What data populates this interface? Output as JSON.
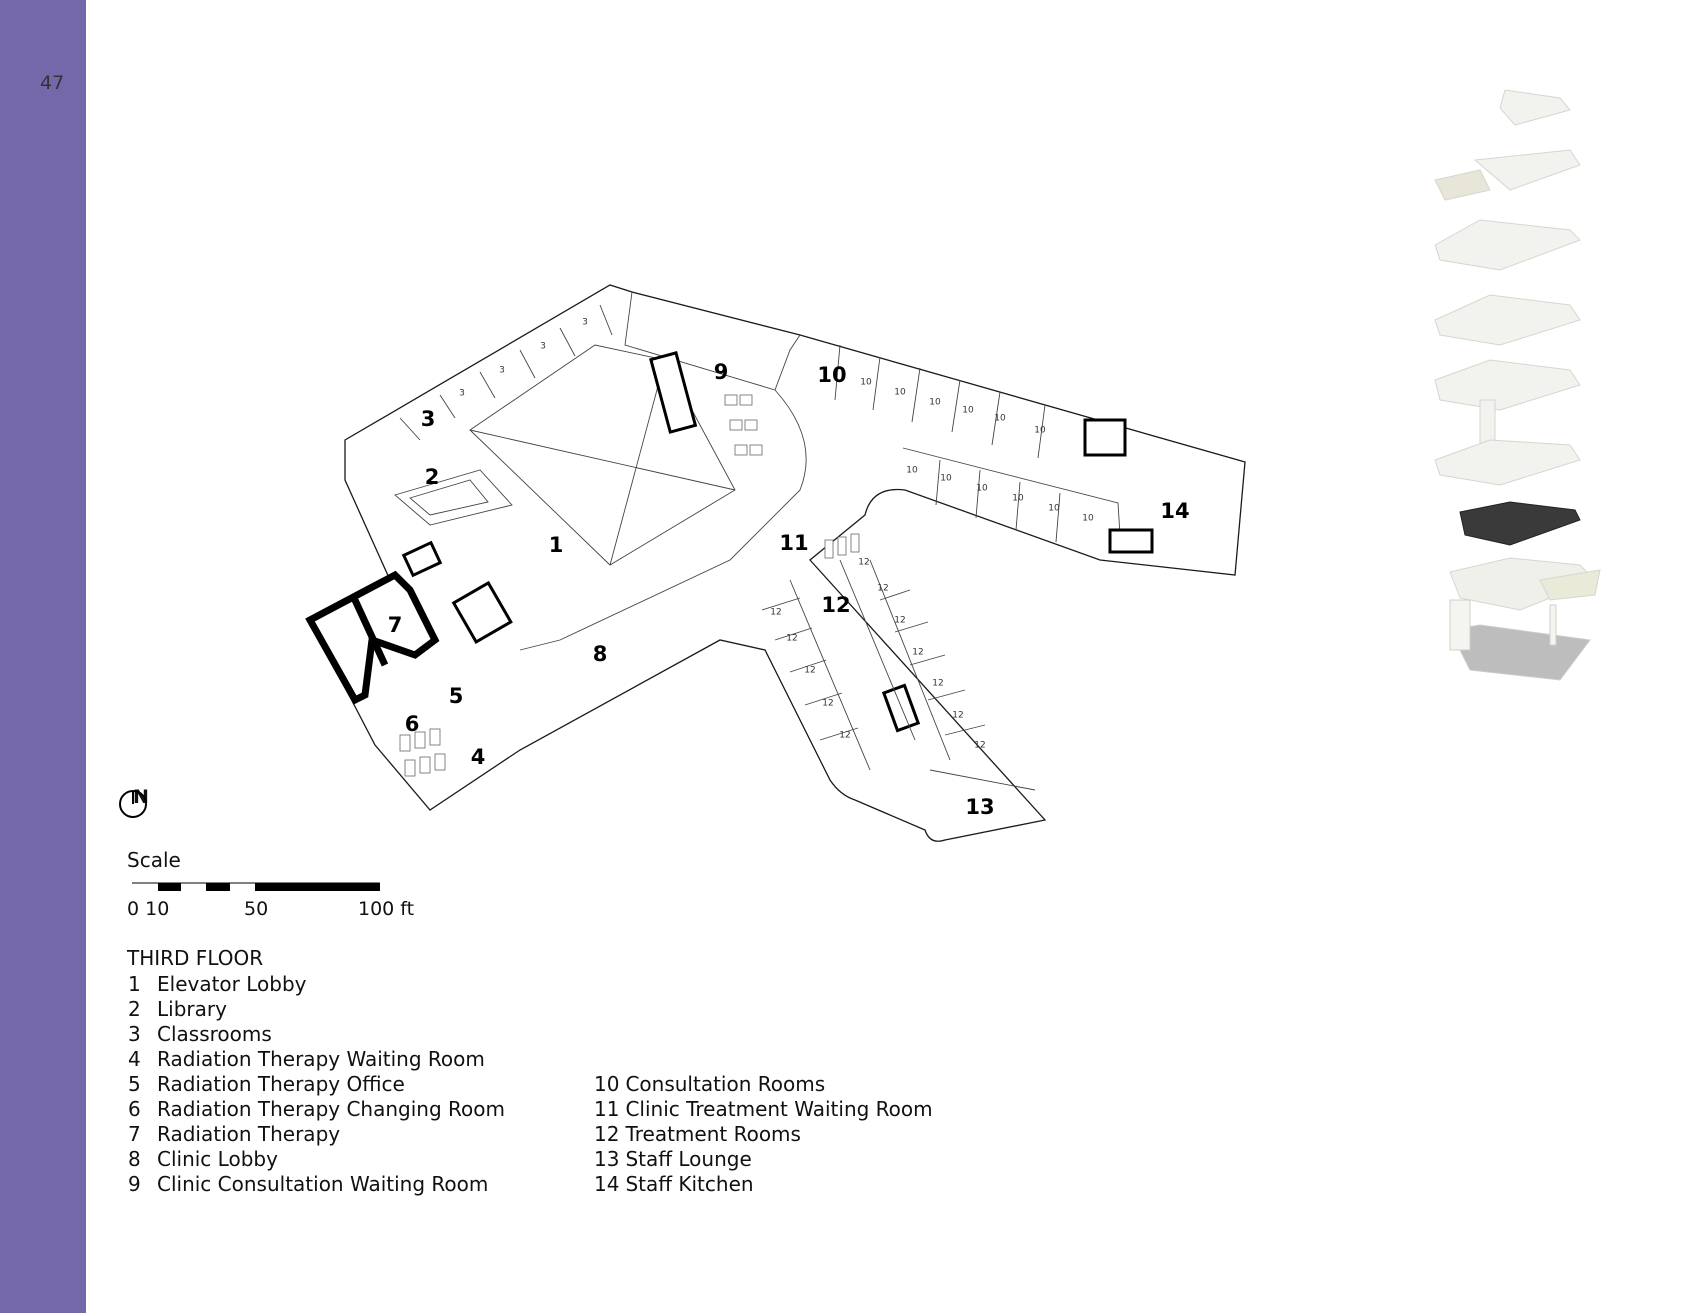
{
  "page_number": "47",
  "north_label": "N",
  "scale": {
    "title": "Scale",
    "ticks": [
      "0 10",
      "50",
      "100 ft"
    ]
  },
  "legend": {
    "title": "THIRD FLOOR",
    "left": [
      {
        "num": "1",
        "label": "Elevator Lobby"
      },
      {
        "num": "2",
        "label": "Library"
      },
      {
        "num": "3",
        "label": "Classrooms"
      },
      {
        "num": "4",
        "label": "Radiation Therapy Waiting Room"
      },
      {
        "num": "5",
        "label": "Radiation Therapy Office"
      },
      {
        "num": "6",
        "label": "Radiation Therapy Changing Room"
      },
      {
        "num": "7",
        "label": "Radiation Therapy"
      },
      {
        "num": "8",
        "label": "Clinic Lobby"
      },
      {
        "num": "9",
        "label": "Clinic Consultation Waiting Room"
      }
    ],
    "right": [
      {
        "num": "10",
        "label": "Consultation Rooms"
      },
      {
        "num": "11",
        "label": "Clinic Treatment Waiting Room"
      },
      {
        "num": "12",
        "label": "Treatment Rooms"
      },
      {
        "num": "13",
        "label": "Staff Lounge"
      },
      {
        "num": "14",
        "label": "Staff Kitchen"
      }
    ]
  },
  "plan_labels": {
    "r1": "1",
    "r2": "2",
    "r3": "3",
    "r4": "4",
    "r5": "5",
    "r6": "6",
    "r7": "7",
    "r8": "8",
    "r9": "9",
    "r10": "10",
    "r11": "11",
    "r12": "12",
    "r13": "13",
    "r14": "14"
  },
  "colors": {
    "sidebar": "#7568aa",
    "highlight_floor": "#3a3a3a"
  }
}
